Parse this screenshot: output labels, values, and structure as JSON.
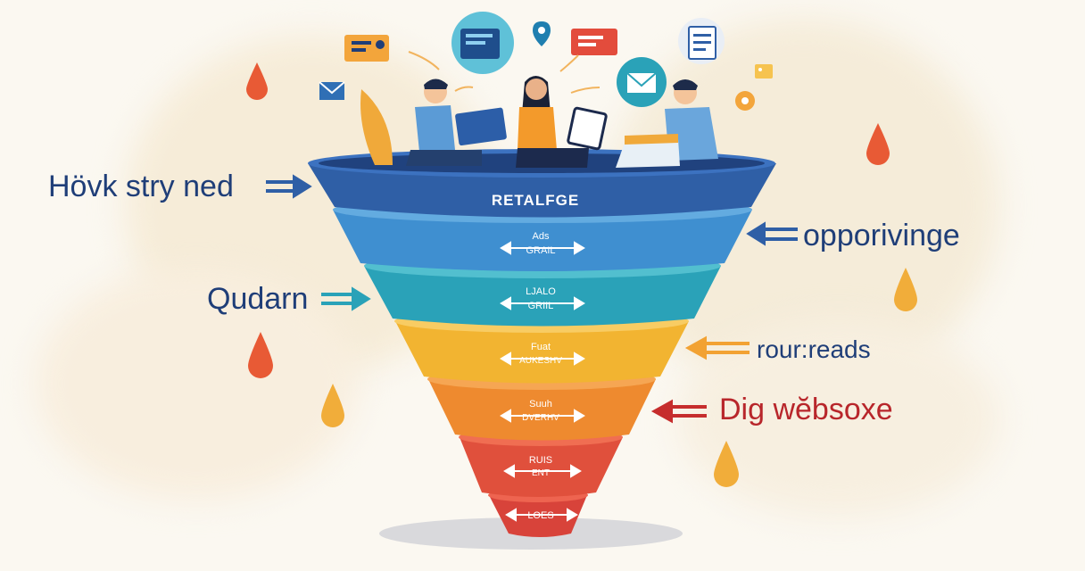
{
  "funnel": {
    "top_label": "RETALFGE",
    "stages": [
      {
        "line1": "Ads",
        "line2": "GRAIL"
      },
      {
        "line1": "LJALO",
        "line2": "GRIIL"
      },
      {
        "line1": "Fuat",
        "line2": "AUKESHV"
      },
      {
        "line1": "Suuh",
        "line2": "DVERHV"
      },
      {
        "line1": "RUIS",
        "line2": "ENT"
      },
      {
        "line1": "LOES",
        "line2": ""
      }
    ]
  },
  "side_labels": {
    "left_top": "Hövk stry ne‍d",
    "left_mid": "Qudarn",
    "right_top": "opporivinge",
    "right_mid": "rour:reads",
    "right_bottom": "Dig wĕbsoxe"
  },
  "colors": {
    "blue_dark": "#2f5fa6",
    "blue": "#3f8fd0",
    "teal": "#2aa2b8",
    "yellow": "#f2b431",
    "orange": "#ee8a2f",
    "red": "#d9473a",
    "label_blue": "#1f3e78",
    "label_red": "#b8262b"
  },
  "icons": [
    "chart-card-icon",
    "location-pin-icon",
    "document-card-icon",
    "envelope-icon",
    "checklist-icon",
    "email-bubble-icon",
    "gear-badge-icon",
    "photo-badge-icon",
    "water-drop-icon"
  ]
}
